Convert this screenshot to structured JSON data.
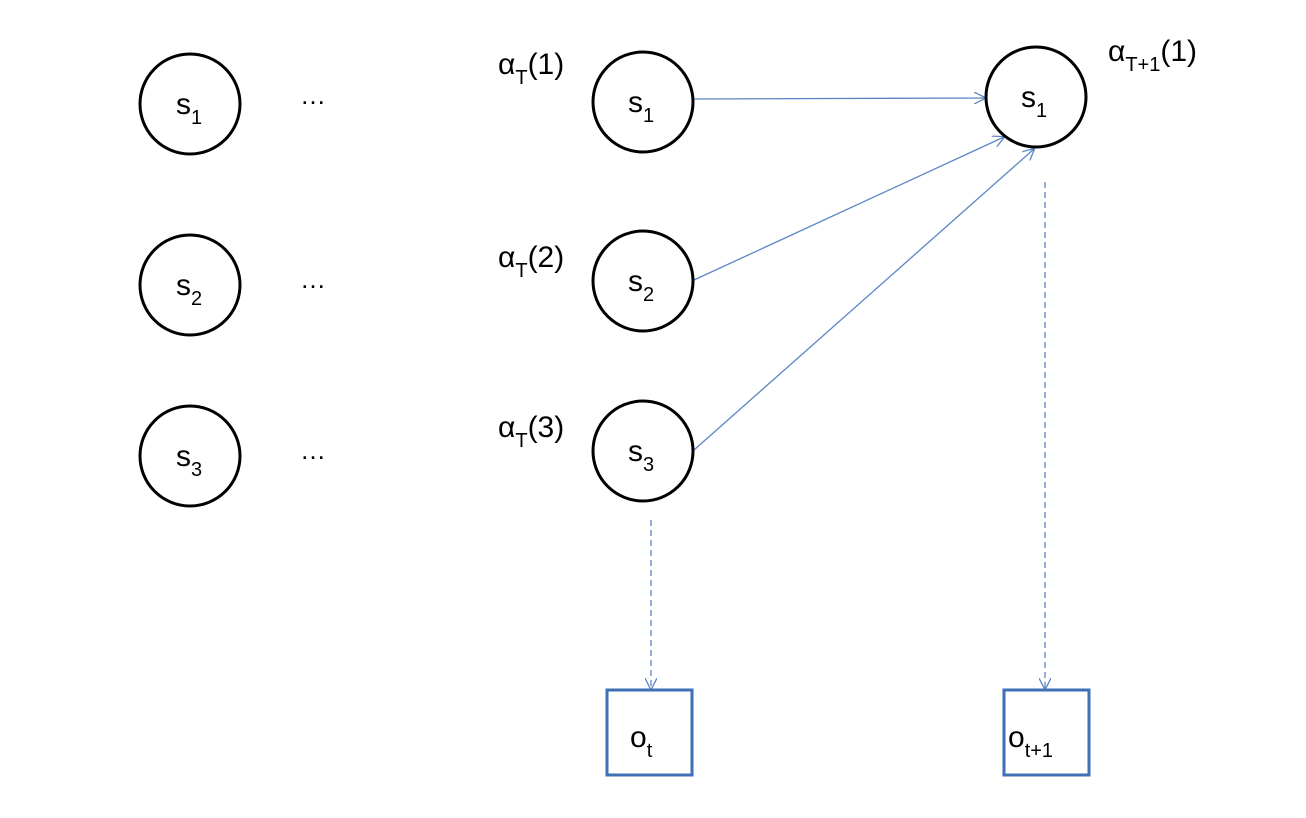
{
  "colors": {
    "node_stroke": "#000000",
    "box_stroke": "#3f6fb5",
    "arrow": "#5a86c5"
  },
  "left_column": {
    "nodes": [
      {
        "main": "s",
        "sub": "1"
      },
      {
        "main": "s",
        "sub": "2"
      },
      {
        "main": "s",
        "sub": "3"
      }
    ],
    "ellipsis": "…"
  },
  "middle_column": {
    "nodes": [
      {
        "main": "s",
        "sub": "1",
        "alpha": {
          "greek": "α",
          "sub": "T",
          "arg": "(1)"
        }
      },
      {
        "main": "s",
        "sub": "2",
        "alpha": {
          "greek": "α",
          "sub": "T",
          "arg": "(2)"
        }
      },
      {
        "main": "s",
        "sub": "3",
        "alpha": {
          "greek": "α",
          "sub": "T",
          "arg": "(3)"
        }
      }
    ],
    "observation": {
      "main": "o",
      "sub": "t"
    }
  },
  "right_column": {
    "node": {
      "main": "s",
      "sub": "1",
      "alpha": {
        "greek": "α",
        "sub": "T+1",
        "arg": "(1)"
      }
    },
    "observation": {
      "main": "o",
      "sub": "t+1"
    }
  }
}
